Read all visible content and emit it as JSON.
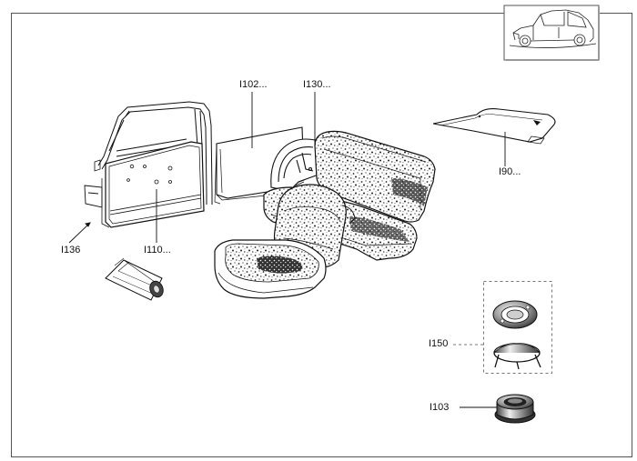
{
  "thumbnail": {
    "name": "car-thumbnail",
    "depicts": "PV-style fastback sedan"
  },
  "callouts": [
    {
      "key": "i102",
      "label": "I102..."
    },
    {
      "key": "i130",
      "label": "I130..."
    },
    {
      "key": "i90",
      "label": "I90..."
    },
    {
      "key": "i136",
      "label": "I136"
    },
    {
      "key": "i110",
      "label": "I110..."
    },
    {
      "key": "i150",
      "label": "I150"
    },
    {
      "key": "i103",
      "label": "I103"
    }
  ],
  "parts": [
    "door-frame-seal",
    "door-panel",
    "rear-side-panel",
    "wheel-arch-panel",
    "rear-seat-backrest",
    "rear-seat-cushion",
    "front-seat-backrest",
    "front-seat-cushion",
    "parcel-shelf",
    "carpet-roll",
    "escutcheon-plate",
    "escutcheon-spring-clip",
    "grommet"
  ],
  "colors": {
    "line": "#111111",
    "border": "#555555",
    "dashed_box": "#777777",
    "background": "#ffffff"
  }
}
